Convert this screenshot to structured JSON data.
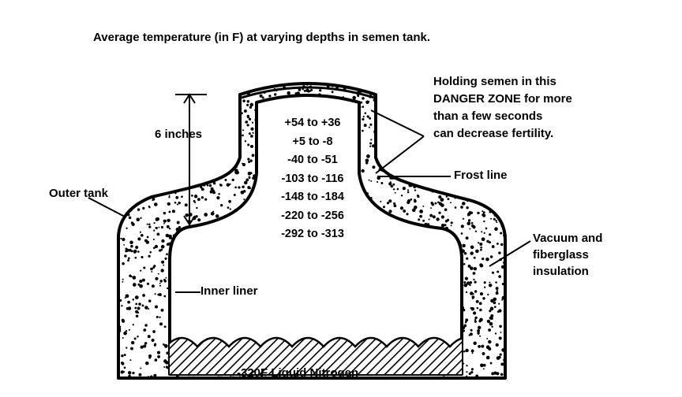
{
  "title": "Average temperature (in F) at varying depths in semen tank.",
  "temperature_ranges": [
    "+54 to +36",
    "+5 to -8",
    "-40 to -51",
    "-103 to -116",
    "-148 to -184",
    "-220 to -256",
    "-292 to -313"
  ],
  "labels": {
    "depth": "6 inches",
    "danger_zone": [
      "Holding semen in this",
      "DANGER ZONE for more",
      "than a few seconds",
      "can decrease fertility."
    ],
    "frost_line": "Frost line",
    "outer_tank": "Outer tank",
    "inner_liner": "Inner liner",
    "insulation": [
      "Vacuum and",
      "fiberglass",
      "insulation"
    ],
    "liquid_nitrogen": "-320F Liquid Nitrogen"
  },
  "colors": {
    "ink": "#000000",
    "background": "#ffffff"
  }
}
